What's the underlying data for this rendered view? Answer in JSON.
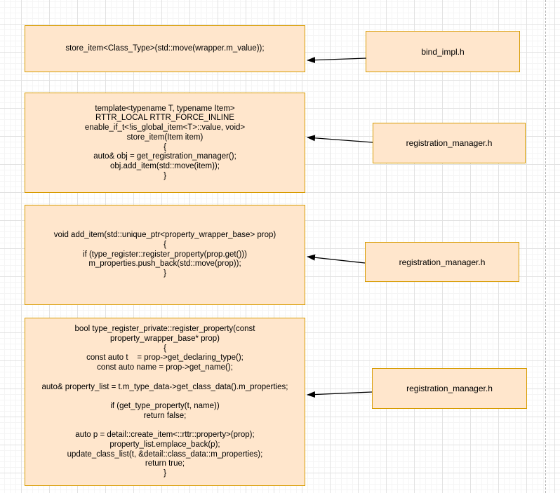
{
  "diagram": {
    "style": {
      "shape_fill": "#ffe6cc",
      "shape_stroke": "#d79b00",
      "arrow_color": "#000000",
      "grid_minor": "#f5f5f5",
      "grid_major": "#e2e2e2"
    },
    "code_boxes": [
      {
        "name": "store-call",
        "code": "store_item<Class_Type>(std::move(wrapper.m_value));"
      },
      {
        "name": "store-item-template",
        "code": "template<typename T, typename Item>\nRTTR_LOCAL RTTR_FORCE_INLINE\nenable_if_t<!is_global_item<T>::value, void>\nstore_item(Item item)\n{\nauto& obj = get_registration_manager();\nobj.add_item(std::move(item));\n}"
      },
      {
        "name": "add-item",
        "code": "void add_item(std::unique_ptr<property_wrapper_base> prop)\n{\nif (type_register::register_property(prop.get()))\nm_properties.push_back(std::move(prop));\n}"
      },
      {
        "name": "register-property",
        "code": "bool type_register_private::register_property(const\nproperty_wrapper_base* prop)\n{\nconst auto t    = prop->get_declaring_type();\nconst auto name = prop->get_name();\n\nauto& property_list = t.m_type_data->get_class_data().m_properties;\n\nif (get_type_property(t, name))\nreturn false;\n\nauto p = detail::create_item<::rttr::property>(prop);\nproperty_list.emplace_back(p);\nupdate_class_list(t, &detail::class_data::m_properties);\nreturn true;\n}"
      }
    ],
    "file_labels": [
      {
        "name": "bind-impl",
        "label": "bind_impl.h"
      },
      {
        "name": "registration-manager-1",
        "label": "registration_manager.h"
      },
      {
        "name": "registration-manager-2",
        "label": "registration_manager.h"
      },
      {
        "name": "registration-manager-3",
        "label": "registration_manager.h"
      }
    ]
  }
}
